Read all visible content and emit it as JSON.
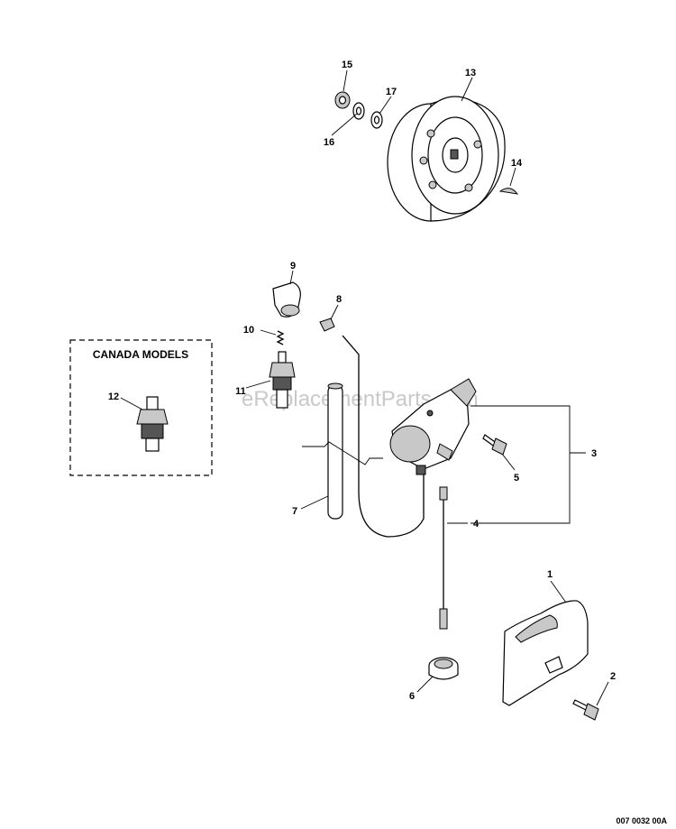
{
  "watermark": "eReplacementParts.com",
  "box_label": "CANADA MODELS",
  "drawing_code": "007 0032 00A",
  "callouts": {
    "p1": "1",
    "p2": "2",
    "p3": "3",
    "p4": "4",
    "p5": "5",
    "p6": "6",
    "p7": "7",
    "p8": "8",
    "p9": "9",
    "p10": "10",
    "p11": "11",
    "p12": "12",
    "p13": "13",
    "p14": "14",
    "p15": "15",
    "p16": "16",
    "p17": "17"
  }
}
